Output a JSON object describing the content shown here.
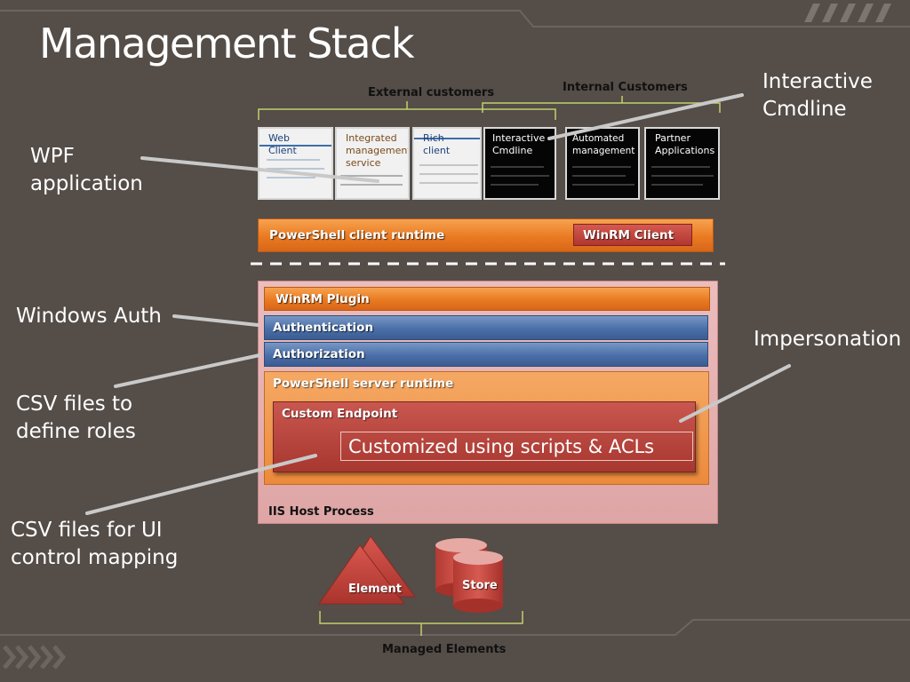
{
  "title": "Management Stack",
  "groups": {
    "external": "External customers",
    "internal": "Internal Customers",
    "managed": "Managed Elements"
  },
  "callouts": {
    "interactive_cmdline": "Interactive\nCmdline",
    "wpf_application": "WPF\napplication",
    "windows_auth": "Windows Auth",
    "impersonation": "Impersonation",
    "csv_roles": "CSV files to\ndefine roles",
    "csv_ui": "CSV files for UI\ncontrol mapping"
  },
  "clients": [
    {
      "label": "Web\nClient",
      "theme": "light"
    },
    {
      "label": "Integrated\nmanagement\nservice",
      "theme": "light"
    },
    {
      "label": "Rich\nclient",
      "theme": "light"
    },
    {
      "label": "Interactive\nCmdline",
      "theme": "dark"
    },
    {
      "label": "Automated\nmanagement",
      "theme": "dark"
    },
    {
      "label": "Partner\nApplications",
      "theme": "dark"
    }
  ],
  "client_runtime": {
    "label": "PowerShell client runtime",
    "winrm_client": "WinRM Client"
  },
  "server": {
    "winrm_plugin": "WinRM Plugin",
    "authentication": "Authentication",
    "authorization": "Authorization",
    "server_runtime": "PowerShell server runtime",
    "custom_endpoint": "Custom Endpoint",
    "customized": "Customized using scripts & ACLs",
    "iis_host": "IIS Host Process"
  },
  "elements": {
    "element": "Element",
    "store": "Store"
  },
  "colors": {
    "background": "#544d48",
    "orange": "#e97a21",
    "blue": "#4a6fa8",
    "iis_pink": "#e8b2b2",
    "endpoint_red": "#b5463f",
    "element_red": "#c0463e"
  }
}
